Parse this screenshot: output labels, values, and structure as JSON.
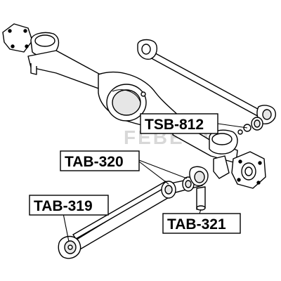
{
  "watermark": {
    "logo_text": "FEBEST"
  },
  "callouts": {
    "tsb_812": "TSB-812",
    "tab_320": "TAB-320",
    "tab_319": "TAB-319",
    "tab_321": "TAB-321"
  },
  "colors": {
    "line": "#000000",
    "part_fill": "#ffffff",
    "shade": "#d9d9d9",
    "watermark": "#d8d8d8"
  }
}
